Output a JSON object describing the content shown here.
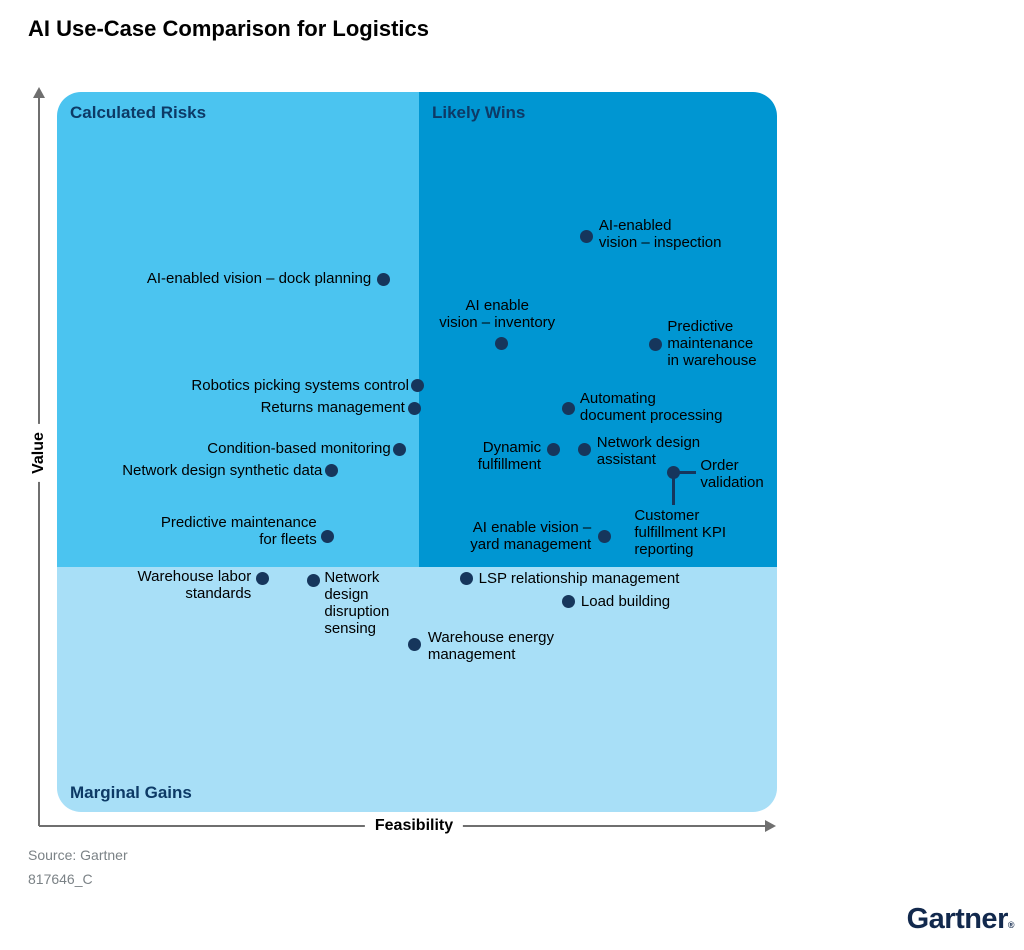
{
  "title": "AI Use-Case Comparison for Logistics",
  "source_line": "Source: Gartner",
  "doc_id": "817646_C",
  "brand": "Gartner",
  "brand_mark": "®",
  "quadrants": {
    "top_left": "Calculated Risks",
    "top_right": "Likely Wins",
    "bottom": "Marginal Gains"
  },
  "axes": {
    "x": "Feasibility",
    "y": "Value"
  },
  "colors": {
    "quad_top_left": "#4BC4F0",
    "quad_top_right": "#0096D2",
    "quad_bottom": "#A8DFF7",
    "dot": "#16365C",
    "quad_label_navy": "#0D3A66",
    "axis_gray": "#6F6F6F",
    "source_gray": "#7B8286",
    "brand_navy": "#12294D",
    "label_text": "#000000"
  },
  "chart_data": {
    "type": "scatter",
    "title": "AI Use-Case Comparison for Logistics",
    "xlabel": "Feasibility",
    "ylabel": "Value",
    "x_range": [
      0,
      100
    ],
    "y_range": [
      0,
      100
    ],
    "grid": false,
    "legend": "none",
    "quadrant_split": {
      "x": 50.3,
      "y": 34.0
    },
    "points": [
      {
        "label": "AI-enabled vision – inspection",
        "feasibility": 73.6,
        "value": 80.0,
        "lines": [
          "AI-enabled",
          "vision – inspection"
        ],
        "align": "left",
        "dx": 12,
        "dy": -19
      },
      {
        "label": "AI-enabled vision – dock planning",
        "feasibility": 45.3,
        "value": 74.0,
        "lines": [
          "AI-enabled vision  – dock planning"
        ],
        "align": "right",
        "dx": -12,
        "dy": -9
      },
      {
        "label": "AI enable vision – inventory",
        "feasibility": 61.7,
        "value": 65.1,
        "lines": [
          "AI enable",
          "vision – inventory"
        ],
        "align": "center",
        "dx": -4,
        "dy": -46
      },
      {
        "label": "Predictive maintenance in warehouse",
        "feasibility": 83.1,
        "value": 65.0,
        "lines": [
          "Predictive",
          "maintenance",
          "in warehouse"
        ],
        "align": "left",
        "dx": 12,
        "dy": -26
      },
      {
        "label": "Robotics picking systems control",
        "feasibility": 50.0,
        "value": 59.2,
        "lines": [
          "Robotics picking systems control"
        ],
        "align": "right",
        "dx": -8,
        "dy": -9
      },
      {
        "label": "Returns management",
        "feasibility": 49.7,
        "value": 56.1,
        "lines": [
          "Returns management"
        ],
        "align": "right",
        "dx": -10,
        "dy": -9
      },
      {
        "label": "Automating document processing",
        "feasibility": 71.1,
        "value": 56.1,
        "lines": [
          "Automating",
          "document processing"
        ],
        "align": "left",
        "dx": 11,
        "dy": -18
      },
      {
        "label": "Condition-based monitoring",
        "feasibility": 47.6,
        "value": 50.4,
        "lines": [
          "Condition-based monitoring"
        ],
        "align": "right",
        "dx": -9,
        "dy": -9
      },
      {
        "label": "Dynamic fulfillment",
        "feasibility": 68.9,
        "value": 50.3,
        "lines": [
          "Dynamic",
          "fulfillment"
        ],
        "align": "right",
        "dx": -12,
        "dy": -11
      },
      {
        "label": "Network design assistant",
        "feasibility": 73.3,
        "value": 50.3,
        "lines": [
          "Network design",
          "assistant"
        ],
        "align": "left",
        "dx": 12,
        "dy": -16
      },
      {
        "label": "Network design synthetic data",
        "feasibility": 38.1,
        "value": 47.4,
        "lines": [
          "Network design synthetic data"
        ],
        "align": "right",
        "dx": -9,
        "dy": -9
      },
      {
        "label": "Order validation",
        "feasibility": 85.6,
        "value": 47.2,
        "lines": [
          "Order",
          "validation"
        ],
        "align": "left",
        "dx": 27,
        "dy": -15,
        "callout": {
          "dir": "right",
          "len": 17
        }
      },
      {
        "label": "Customer fulfillment KPI reporting",
        "feasibility": 85.6,
        "value": 47.2,
        "dot": false,
        "lines": [
          "Customer",
          "fulfillment KPI",
          "reporting"
        ],
        "align": "left",
        "dx": -39,
        "dy": 35,
        "callout": {
          "dir": "down",
          "len": 27
        }
      },
      {
        "label": "Predictive maintenance for fleets",
        "feasibility": 37.6,
        "value": 38.3,
        "lines": [
          "Predictive maintenance",
          "for fleets"
        ],
        "align": "right",
        "dx": -11,
        "dy": -22
      },
      {
        "label": "AI enable vision – yard management",
        "feasibility": 76.0,
        "value": 38.3,
        "lines": [
          "AI enable vision –",
          "yard management"
        ],
        "align": "right",
        "dx": -13,
        "dy": -17
      },
      {
        "label": "Warehouse labor standards",
        "feasibility": 28.5,
        "value": 32.5,
        "lines": [
          "Warehouse labor",
          "standards"
        ],
        "align": "right",
        "dx": -11,
        "dy": -10
      },
      {
        "label": "Network design disruption sensing",
        "feasibility": 35.6,
        "value": 32.2,
        "lines": [
          "Network",
          "design",
          "disruption",
          "sensing"
        ],
        "align": "left",
        "dx": 11,
        "dy": -11
      },
      {
        "label": "LSP relationship management",
        "feasibility": 56.9,
        "value": 32.4,
        "lines": [
          "LSP relationship management"
        ],
        "align": "left",
        "dx": 12,
        "dy": -9
      },
      {
        "label": "Load building",
        "feasibility": 71.1,
        "value": 29.2,
        "lines": [
          "Load building"
        ],
        "align": "left",
        "dx": 12,
        "dy": -9
      },
      {
        "label": "Warehouse energy management",
        "feasibility": 49.7,
        "value": 23.3,
        "lines": [
          "Warehouse energy",
          "management"
        ],
        "align": "left",
        "dx": 13,
        "dy": -15
      }
    ]
  }
}
